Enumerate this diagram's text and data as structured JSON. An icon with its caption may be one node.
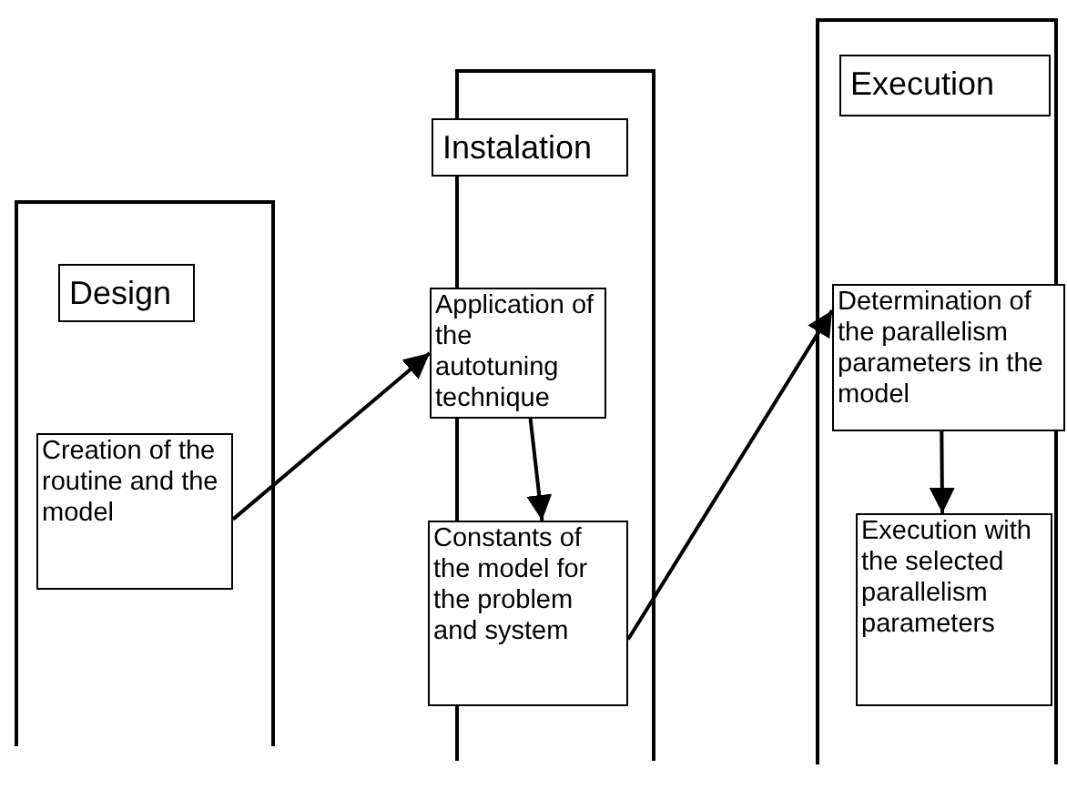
{
  "diagram": {
    "nodes": [
      {
        "text": [],
        "shape": "box"
      },
      {
        "text": [
          "Design"
        ],
        "in": 0
      },
      {
        "text": [
          "Creation of the routine and the model"
        ],
        "in": 0
      },
      {
        "text": [],
        "shape": "box"
      },
      {
        "text": [
          "Instalation"
        ],
        "in": 3
      },
      {
        "text": [
          "Application of the autotuning technique"
        ],
        "in": 3
      },
      {
        "text": [
          "Constants of the model for the problem and system"
        ],
        "in": 3
      },
      {
        "text": [],
        "shape": "box"
      },
      {
        "text": [
          "Execution"
        ],
        "in": 7
      },
      {
        "text": [
          "Determination of the parallelism parameters in the model"
        ],
        "in": 7
      },
      {
        "text": [
          "Execution with the selected parallelism parameters"
        ],
        "in": 7
      }
    ],
    "edges": [
      {
        "from": 2,
        "to": 5,
        "arrow": "to"
      },
      {
        "from": 5,
        "to": 6,
        "arrow": "to"
      },
      {
        "from": 6,
        "to": 9,
        "arrow": "to"
      },
      {
        "from": 9,
        "to": 10,
        "arrow": "to"
      }
    ]
  }
}
